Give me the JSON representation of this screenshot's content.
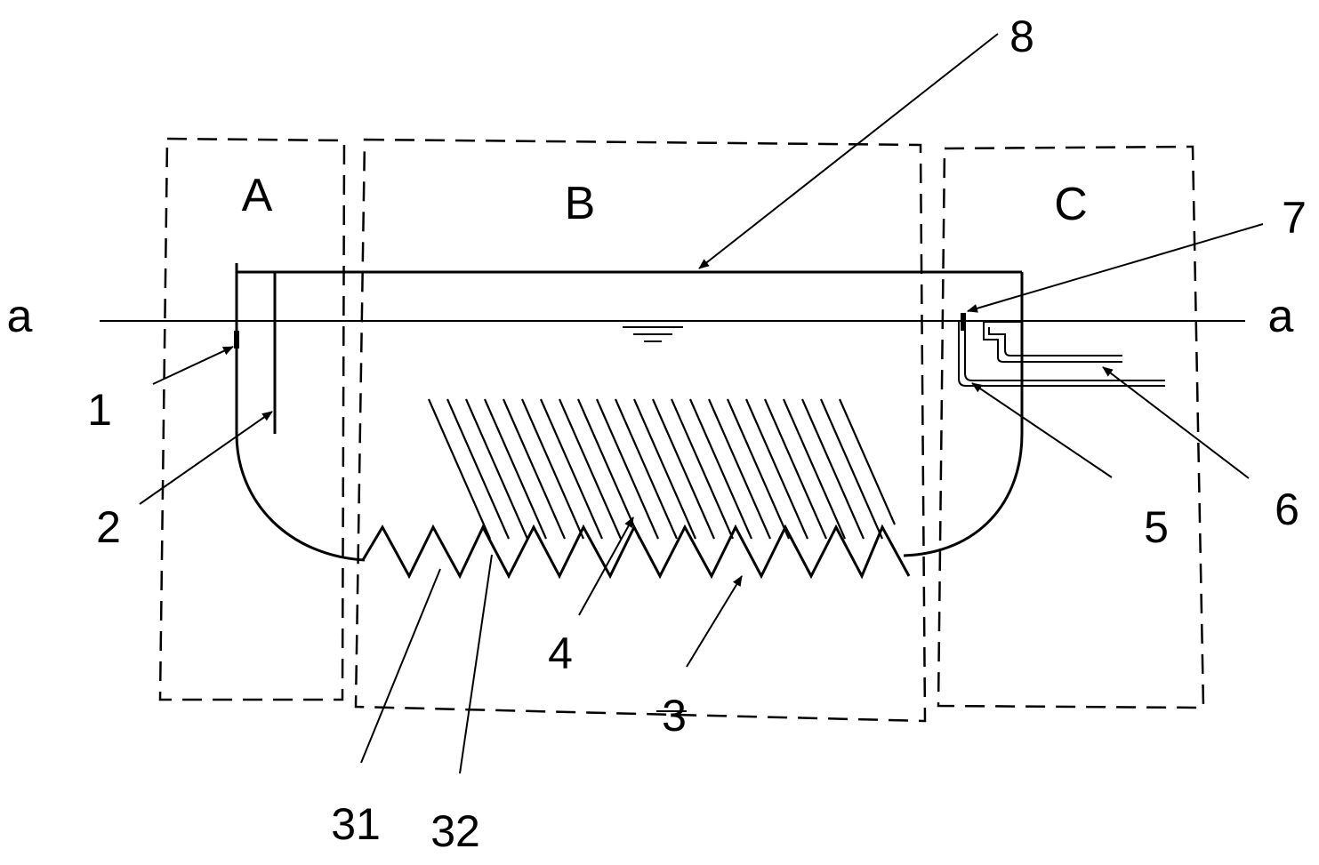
{
  "zones": {
    "a": "A",
    "b": "B",
    "c": "C"
  },
  "section_marks": {
    "left": "a",
    "right": "a"
  },
  "callouts": {
    "c1": "1",
    "c2": "2",
    "c3": "3",
    "c3b": "3",
    "c31": "31",
    "c32": "32",
    "c4": "4",
    "c5": "5",
    "c6": "6",
    "c7": "7",
    "c8": "8"
  },
  "colors": {
    "ink": "#000000",
    "background": "#ffffff"
  }
}
